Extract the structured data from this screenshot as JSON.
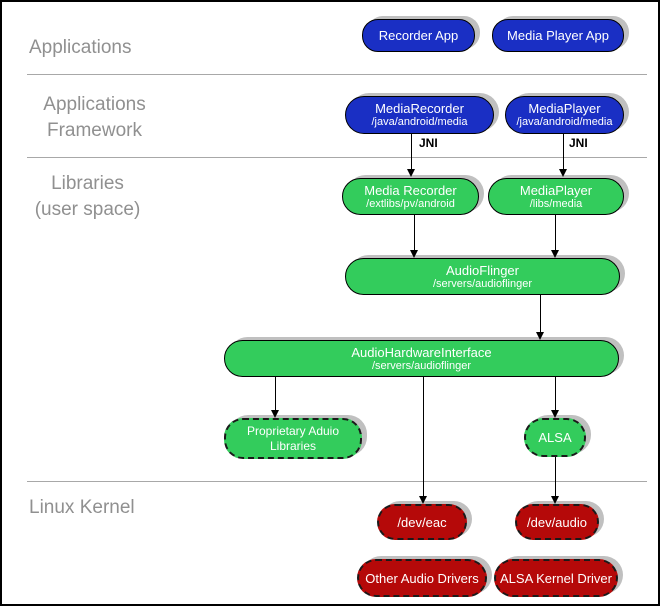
{
  "layers": {
    "applications": "Applications",
    "applications_framework": "Applications\nFramework",
    "libraries": "Libraries\n(user space)",
    "linux_kernel": "Linux Kernel"
  },
  "jni": "JNI",
  "nodes": {
    "recorder_app": {
      "title": "Recorder App"
    },
    "media_player_app": {
      "title": "Media Player App"
    },
    "media_recorder_framework": {
      "title": "MediaRecorder",
      "path": "/java/android/media"
    },
    "media_player_framework": {
      "title": "MediaPlayer",
      "path": "/java/android/media"
    },
    "media_recorder_lib": {
      "title": "Media Recorder",
      "path": "/extlibs/pv/android"
    },
    "media_player_lib": {
      "title": "MediaPlayer",
      "path": "/libs/media"
    },
    "audioflinger": {
      "title": "AudioFlinger",
      "path": "/servers/audioflinger"
    },
    "audio_hardware_interface": {
      "title": "AudioHardwareInterface",
      "path": "/servers/audioflinger"
    },
    "proprietary_audio_libraries": {
      "title": "Proprietary Aduio Libraries"
    },
    "alsa": {
      "title": "ALSA"
    },
    "dev_eac": {
      "title": "/dev/eac"
    },
    "dev_audio": {
      "title": "/dev/audio"
    },
    "other_audio_drivers": {
      "title": "Other Audio Drivers"
    },
    "alsa_kernel_driver": {
      "title": "ALSA Kernel Driver"
    }
  },
  "colors": {
    "blue": "#1A2FC4",
    "green": "#33CC5C",
    "red": "#B50909",
    "shadow": "#C0C0C0",
    "label_gray": "#909090",
    "divider_gray": "#A8A8A8"
  }
}
